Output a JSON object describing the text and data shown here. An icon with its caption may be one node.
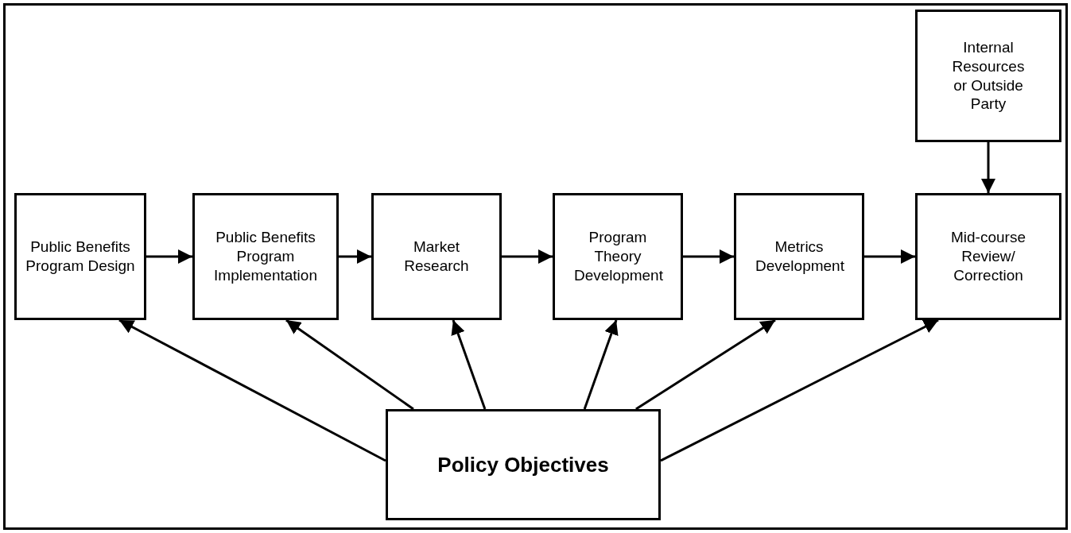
{
  "diagram": {
    "nodes": [
      {
        "text": [
          "Public Benefits Program Design"
        ]
      },
      {
        "text": [
          "Public Benefits Program Implementation"
        ]
      },
      {
        "text": [
          "Market Research"
        ]
      },
      {
        "text": [
          "Program Theory Development"
        ]
      },
      {
        "text": [
          "Metrics Development"
        ]
      },
      {
        "text": [
          "Mid-course Review/ Correction"
        ]
      },
      {
        "text": [
          "Internal Resources or Outside Party"
        ]
      },
      {
        "text": [
          "Policy Objectives"
        ]
      }
    ],
    "edges": [
      {
        "from": 0,
        "to": 1,
        "arrow": "to"
      },
      {
        "from": 1,
        "to": 2,
        "arrow": "to"
      },
      {
        "from": 2,
        "to": 3,
        "arrow": "to"
      },
      {
        "from": 3,
        "to": 4,
        "arrow": "to"
      },
      {
        "from": 4,
        "to": 5,
        "arrow": "to"
      },
      {
        "from": 6,
        "to": 5,
        "arrow": "to"
      },
      {
        "from": 7,
        "to": 0,
        "arrow": "to"
      },
      {
        "from": 7,
        "to": 1,
        "arrow": "to"
      },
      {
        "from": 7,
        "to": 2,
        "arrow": "to"
      },
      {
        "from": 7,
        "to": 3,
        "arrow": "to"
      },
      {
        "from": 7,
        "to": 4,
        "arrow": "to"
      },
      {
        "from": 7,
        "to": 5,
        "arrow": "to"
      }
    ]
  }
}
